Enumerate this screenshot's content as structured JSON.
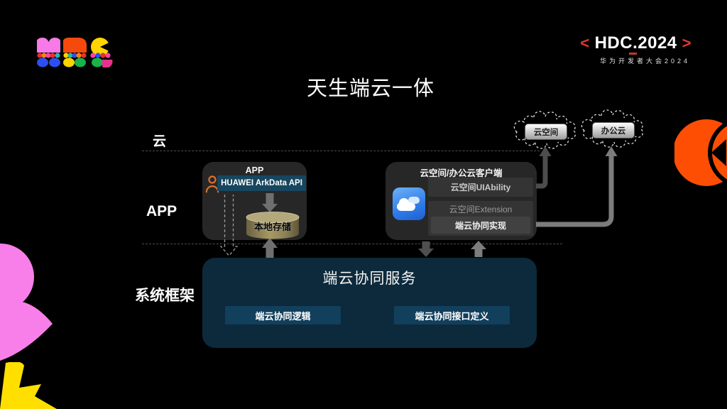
{
  "brand": {
    "left_bracket": "<",
    "name": "HDC.2024",
    "right_bracket": ">",
    "subtitle": "华为开发者大会2024"
  },
  "slide_title": "天生端云一体",
  "layer_labels": {
    "cloud": "云",
    "app": "APP",
    "framework": "系统框架"
  },
  "cloud_nodes": [
    {
      "label": "云空间"
    },
    {
      "label": "办公云"
    }
  ],
  "app_box": {
    "title": "APP",
    "api_button": "HUAWEI ArkData API",
    "local_storage": "本地存储"
  },
  "client_box": {
    "title": "云空间/办公云客户端",
    "ui_ability": "云空间UIAbility",
    "extension": "云空间Extension",
    "sync_impl": "端云协同实现"
  },
  "framework_box": {
    "title": "端云协同服务",
    "logic_button": "端云协同逻辑",
    "api_def_button": "端云协同接口定义"
  },
  "icons": {
    "logo": "hdc-rainbow-logo",
    "person": "person-outline-icon",
    "cloud_app": "cloud-app-icon",
    "storage": "database-cylinder-icon",
    "cloud_outline": "scalloped-cloud-icon"
  },
  "colors": {
    "background": "#000000",
    "accent_red": "#e23a2e",
    "api_bar_blue": "#17465f",
    "framework_navy": "#0c2a3c",
    "button_blue": "#113f5c",
    "storage_khaki": "#a5996a",
    "deco_orange": "#fd4e04",
    "deco_pink": "#f87fe9",
    "deco_yellow": "#ffdf00",
    "arrow_gray_dark": "#4f4f4f",
    "arrow_gray_light": "#7c7c7c"
  }
}
